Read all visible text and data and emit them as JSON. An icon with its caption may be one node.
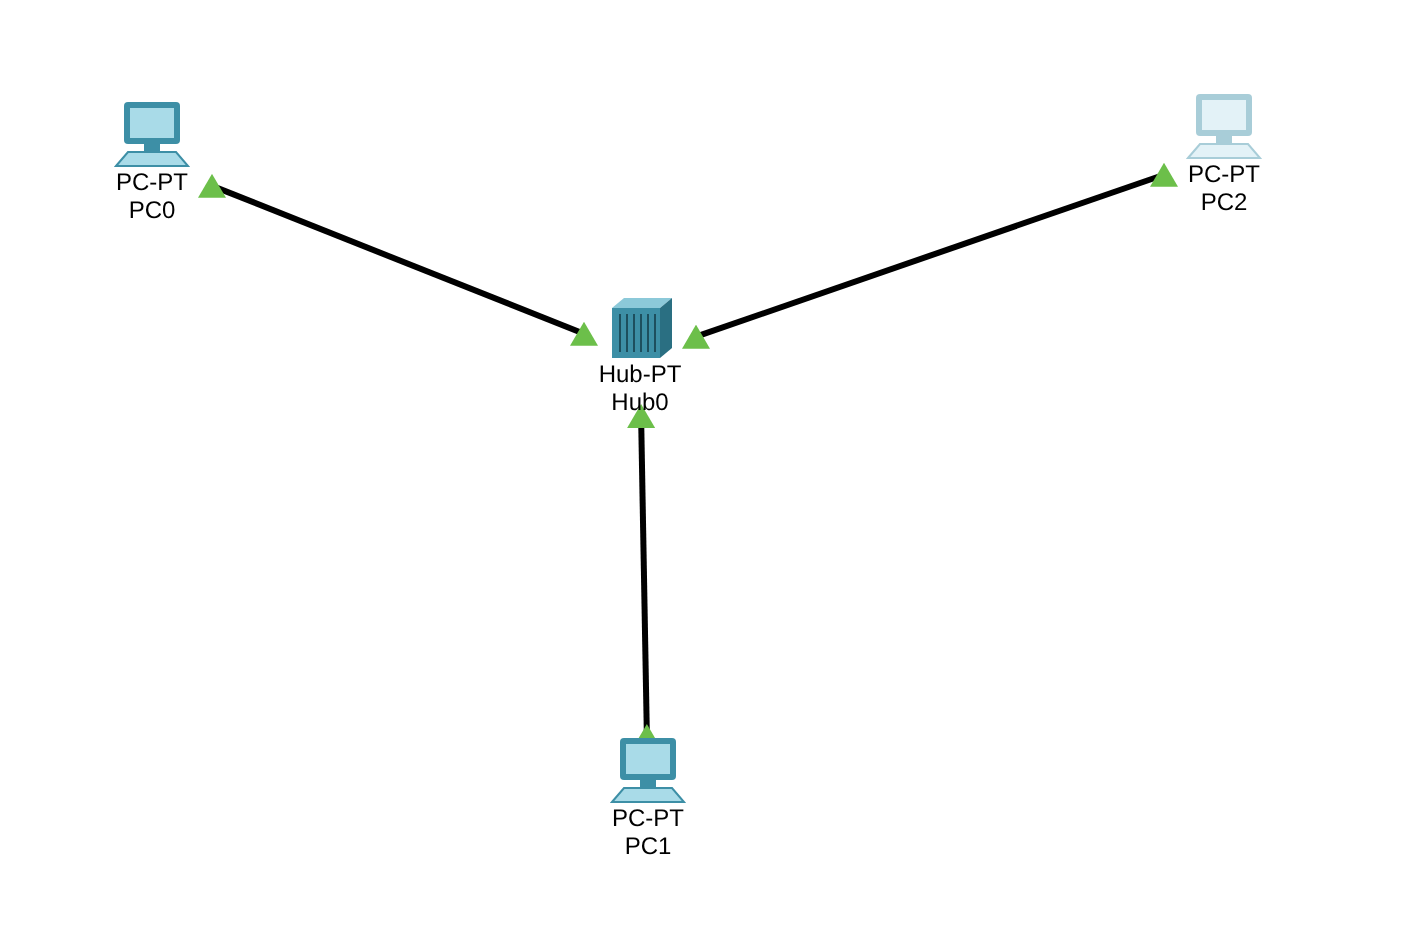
{
  "diagram": {
    "nodes": [
      {
        "text": [
          "PC-PT",
          "PC0"
        ]
      },
      {
        "text": [
          "PC-PT",
          "PC2"
        ]
      },
      {
        "text": [
          "Hub-PT",
          "Hub0"
        ]
      },
      {
        "text": [
          "PC-PT",
          "PC1"
        ]
      }
    ],
    "edges": [
      {
        "from": 0,
        "to": 2,
        "arrow": "other"
      },
      {
        "from": 2,
        "to": 1,
        "arrow": "other"
      },
      {
        "from": 2,
        "to": 3,
        "arrow": "other"
      }
    ]
  }
}
